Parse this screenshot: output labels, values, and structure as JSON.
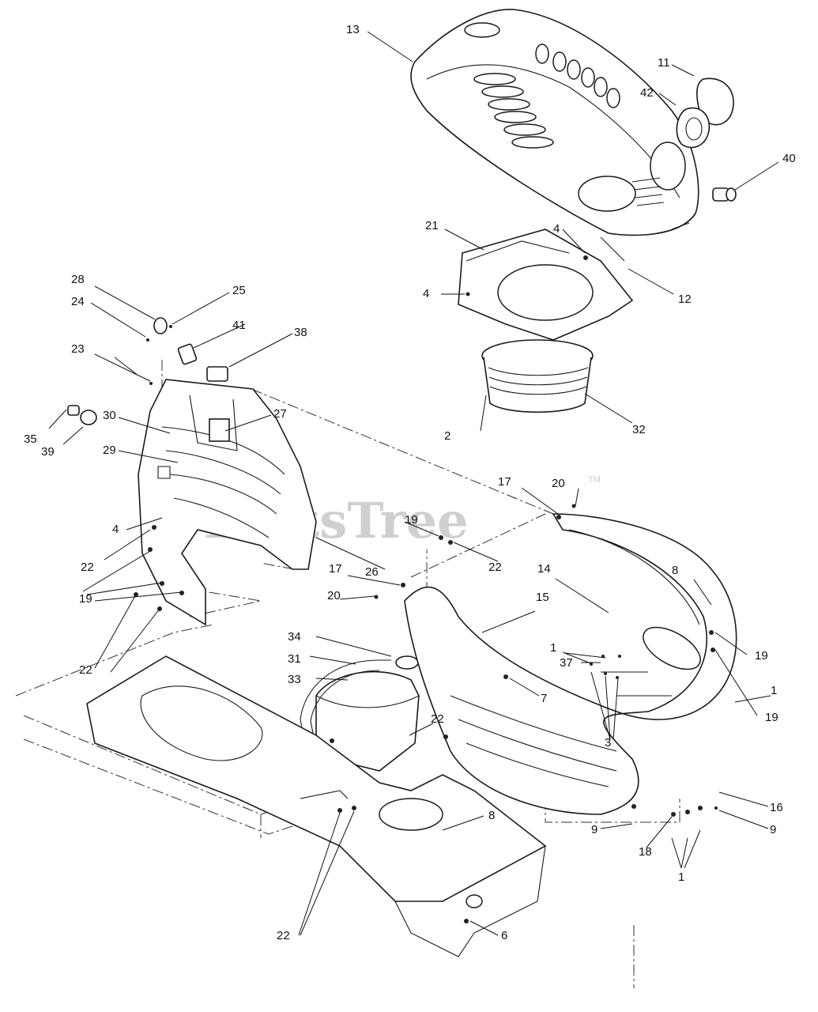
{
  "watermark": {
    "text": "PartsTree",
    "trademark": "TM"
  },
  "callouts": [
    {
      "id": "c13a",
      "label": "13"
    },
    {
      "id": "c11",
      "label": "11"
    },
    {
      "id": "c42",
      "label": "42"
    },
    {
      "id": "c40",
      "label": "40"
    },
    {
      "id": "c21",
      "label": "21"
    },
    {
      "id": "c4a",
      "label": "4"
    },
    {
      "id": "c4b",
      "label": "4"
    },
    {
      "id": "c12",
      "label": "12"
    },
    {
      "id": "c28",
      "label": "28"
    },
    {
      "id": "c25",
      "label": "25"
    },
    {
      "id": "c24",
      "label": "24"
    },
    {
      "id": "c41",
      "label": "41"
    },
    {
      "id": "c38",
      "label": "38"
    },
    {
      "id": "c23",
      "label": "23"
    },
    {
      "id": "c35",
      "label": "35"
    },
    {
      "id": "c39",
      "label": "39"
    },
    {
      "id": "c30",
      "label": "30"
    },
    {
      "id": "c27",
      "label": "27"
    },
    {
      "id": "c29",
      "label": "29"
    },
    {
      "id": "c2",
      "label": "2"
    },
    {
      "id": "c32",
      "label": "32"
    },
    {
      "id": "c17a",
      "label": "17"
    },
    {
      "id": "c20a",
      "label": "20"
    },
    {
      "id": "c4c",
      "label": "4"
    },
    {
      "id": "c19a",
      "label": "19"
    },
    {
      "id": "c22a",
      "label": "22"
    },
    {
      "id": "c22b",
      "label": "22"
    },
    {
      "id": "c19b",
      "label": "19"
    },
    {
      "id": "c26",
      "label": "26"
    },
    {
      "id": "c17b",
      "label": "17"
    },
    {
      "id": "c20b",
      "label": "20"
    },
    {
      "id": "c14",
      "label": "14"
    },
    {
      "id": "c8a",
      "label": "8"
    },
    {
      "id": "c34",
      "label": "34"
    },
    {
      "id": "c15",
      "label": "15"
    },
    {
      "id": "c19c",
      "label": "19"
    },
    {
      "id": "c22c",
      "label": "22"
    },
    {
      "id": "c31",
      "label": "31"
    },
    {
      "id": "c1a",
      "label": "1"
    },
    {
      "id": "c33",
      "label": "33"
    },
    {
      "id": "c37",
      "label": "37"
    },
    {
      "id": "c7",
      "label": "7"
    },
    {
      "id": "c1b",
      "label": "1"
    },
    {
      "id": "c19d",
      "label": "19"
    },
    {
      "id": "c22d",
      "label": "22"
    },
    {
      "id": "c3",
      "label": "3"
    },
    {
      "id": "c16",
      "label": "16"
    },
    {
      "id": "c9a",
      "label": "9"
    },
    {
      "id": "c9b",
      "label": "9"
    },
    {
      "id": "c18",
      "label": "18"
    },
    {
      "id": "c8b",
      "label": "8"
    },
    {
      "id": "c1c",
      "label": "1"
    },
    {
      "id": "c6",
      "label": "6"
    },
    {
      "id": "c22e",
      "label": "22"
    }
  ]
}
